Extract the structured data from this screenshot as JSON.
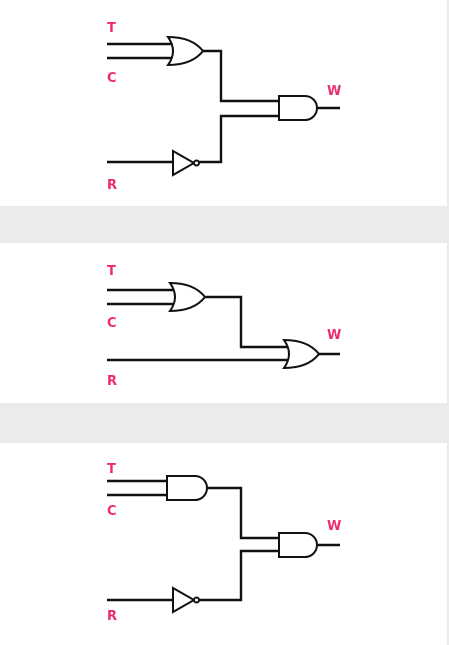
{
  "circuits": [
    {
      "inputs": [
        "T",
        "C",
        "R"
      ],
      "output": "W"
    },
    {
      "inputs": [
        "T",
        "C",
        "R"
      ],
      "output": "W"
    },
    {
      "inputs": [
        "T",
        "C",
        "R"
      ],
      "output": "W"
    }
  ],
  "colors": {
    "label": "#ee2b6c",
    "wire": "#111111",
    "background": "#ebebeb",
    "panel": "#ffffff"
  }
}
